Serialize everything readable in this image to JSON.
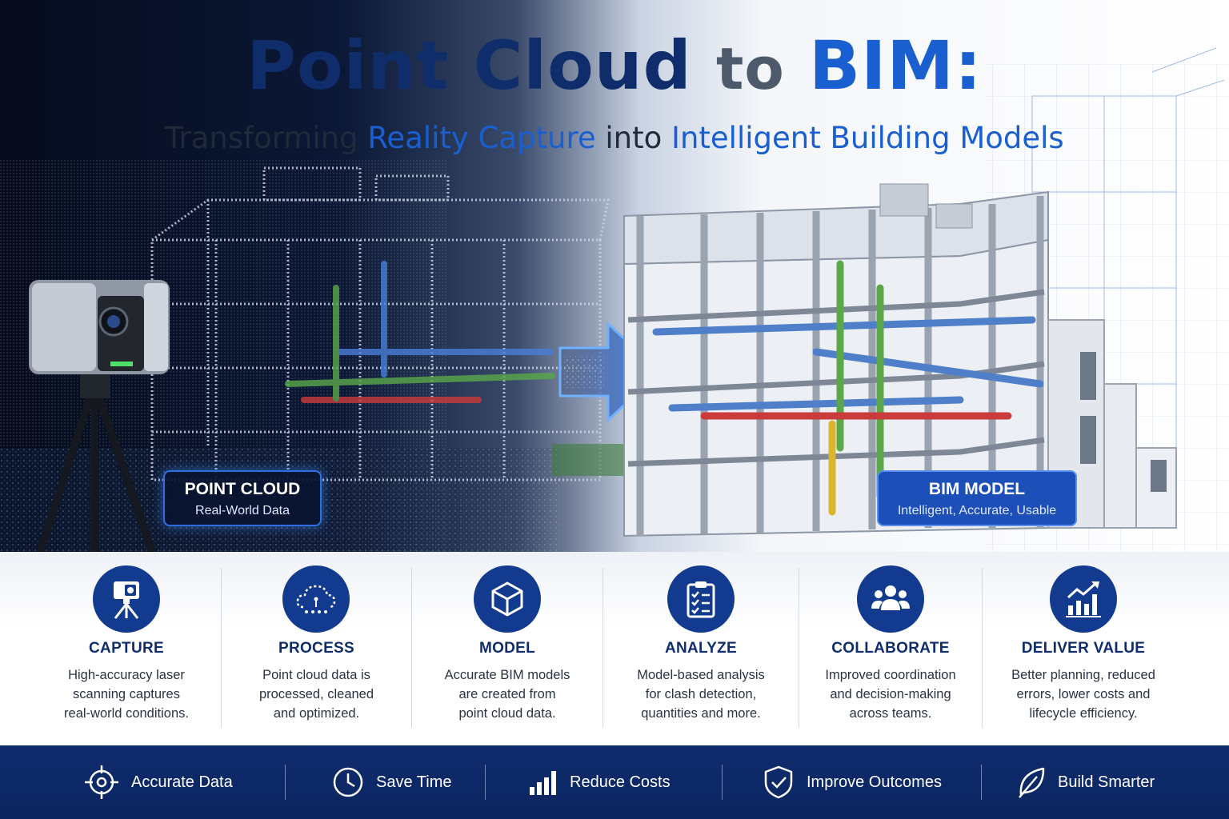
{
  "header": {
    "title_parts": [
      "Point Cloud",
      "to",
      "BIM:"
    ],
    "subtitle_parts": [
      "Transforming",
      "Reality Capture",
      "into",
      "Intelligent Building Models"
    ]
  },
  "labels": {
    "point_cloud": {
      "title": "POINT CLOUD",
      "subtitle": "Real-World Data"
    },
    "bim_model": {
      "title": "BIM MODEL",
      "subtitle": "Intelligent, Accurate, Usable"
    }
  },
  "steps": [
    {
      "icon": "laser-scanner-icon",
      "title": "CAPTURE",
      "lines": [
        "High-accuracy laser",
        "scanning captures",
        "real-world conditions."
      ]
    },
    {
      "icon": "cloud-points-icon",
      "title": "PROCESS",
      "lines": [
        "Point cloud data is",
        "processed, cleaned",
        "and optimized."
      ]
    },
    {
      "icon": "cube-icon",
      "title": "MODEL",
      "lines": [
        "Accurate BIM models",
        "are created from",
        "point cloud data."
      ]
    },
    {
      "icon": "clipboard-checklist-icon",
      "title": "ANALYZE",
      "lines": [
        "Model-based analysis",
        "for clash detection,",
        "quantities and more."
      ]
    },
    {
      "icon": "team-icon",
      "title": "COLLABORATE",
      "lines": [
        "Improved coordination",
        "and decision-making",
        "across teams."
      ]
    },
    {
      "icon": "growth-chart-icon",
      "title": "DELIVER VALUE",
      "lines": [
        "Better planning, reduced",
        "errors, lower costs and",
        "lifecycle efficiency."
      ]
    }
  ],
  "benefits": [
    {
      "icon": "crosshair-icon",
      "label": "Accurate Data"
    },
    {
      "icon": "clock-icon",
      "label": "Save Time"
    },
    {
      "icon": "bar-chart-icon",
      "label": "Reduce Costs"
    },
    {
      "icon": "shield-check-icon",
      "label": "Improve Outcomes"
    },
    {
      "icon": "leaf-icon",
      "label": "Build Smarter"
    }
  ],
  "colors": {
    "navy": "#0f2d6b",
    "accent_blue": "#1a5fd0",
    "title_gray": "#4d5a6c",
    "icon_circle": "#123b8f",
    "footer_bg": "#0f2c6e"
  }
}
